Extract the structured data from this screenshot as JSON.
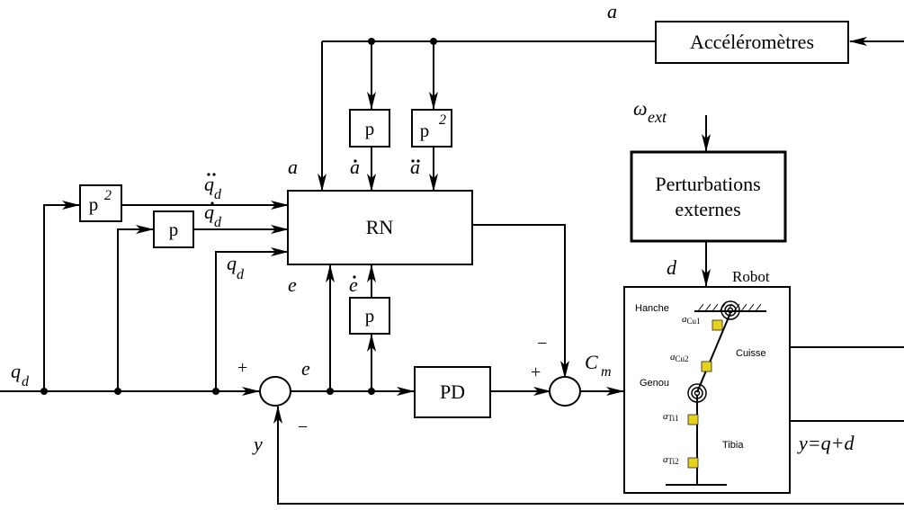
{
  "blocks": {
    "accel": "Accéléromètres",
    "p": "p",
    "p2_base": "p",
    "p2_exp": "2",
    "rn": "RN",
    "pd": "PD",
    "perturb_line1": "Perturbations",
    "perturb_line2": "externes",
    "robot_title": "Robot"
  },
  "signals": {
    "a": "a",
    "omega": "ω",
    "omega_sub": "ext",
    "d": "d",
    "q": "q",
    "q_sub": "d",
    "e": "e",
    "y": "y",
    "cm": "C",
    "cm_sub": "m",
    "output": "y=q+d",
    "plus": "+",
    "minus": "−"
  },
  "robot": {
    "hanche": "Hanche",
    "cuisse": "Cuisse",
    "genou": "Genou",
    "tibia": "Tibia",
    "sensor_a": "a",
    "cu1": "Cu1",
    "cu2": "Cu2",
    "ti1": "Ti1",
    "ti2": "Ti2"
  },
  "colors": {
    "line": "#000000",
    "sensor": "#e6d21c"
  }
}
